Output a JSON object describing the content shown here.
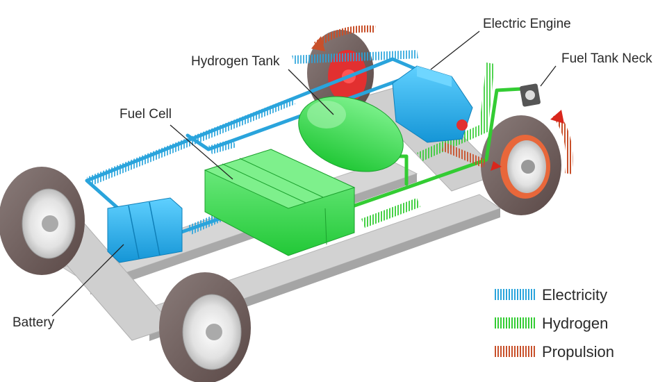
{
  "labels": {
    "electric_engine": "Electric Engine",
    "hydrogen_tank": "Hydrogen Tank",
    "fuel_tank_neck": "Fuel Tank Neck",
    "fuel_cell": "Fuel Cell",
    "battery": "Battery"
  },
  "legend": [
    {
      "label": "Electricity",
      "color": "#2aa4dc"
    },
    {
      "label": "Hydrogen",
      "color": "#33cc33"
    },
    {
      "label": "Propulsion",
      "color": "#c8502a"
    }
  ],
  "colors": {
    "electricity": "#2aa4dc",
    "hydrogen": "#33cc33",
    "propulsion": "#c8502a",
    "component_blue": "#1ea7e8",
    "component_green": "#3ddc4e",
    "chassis": "#c9c9c9",
    "tire": "#6b5a58"
  }
}
